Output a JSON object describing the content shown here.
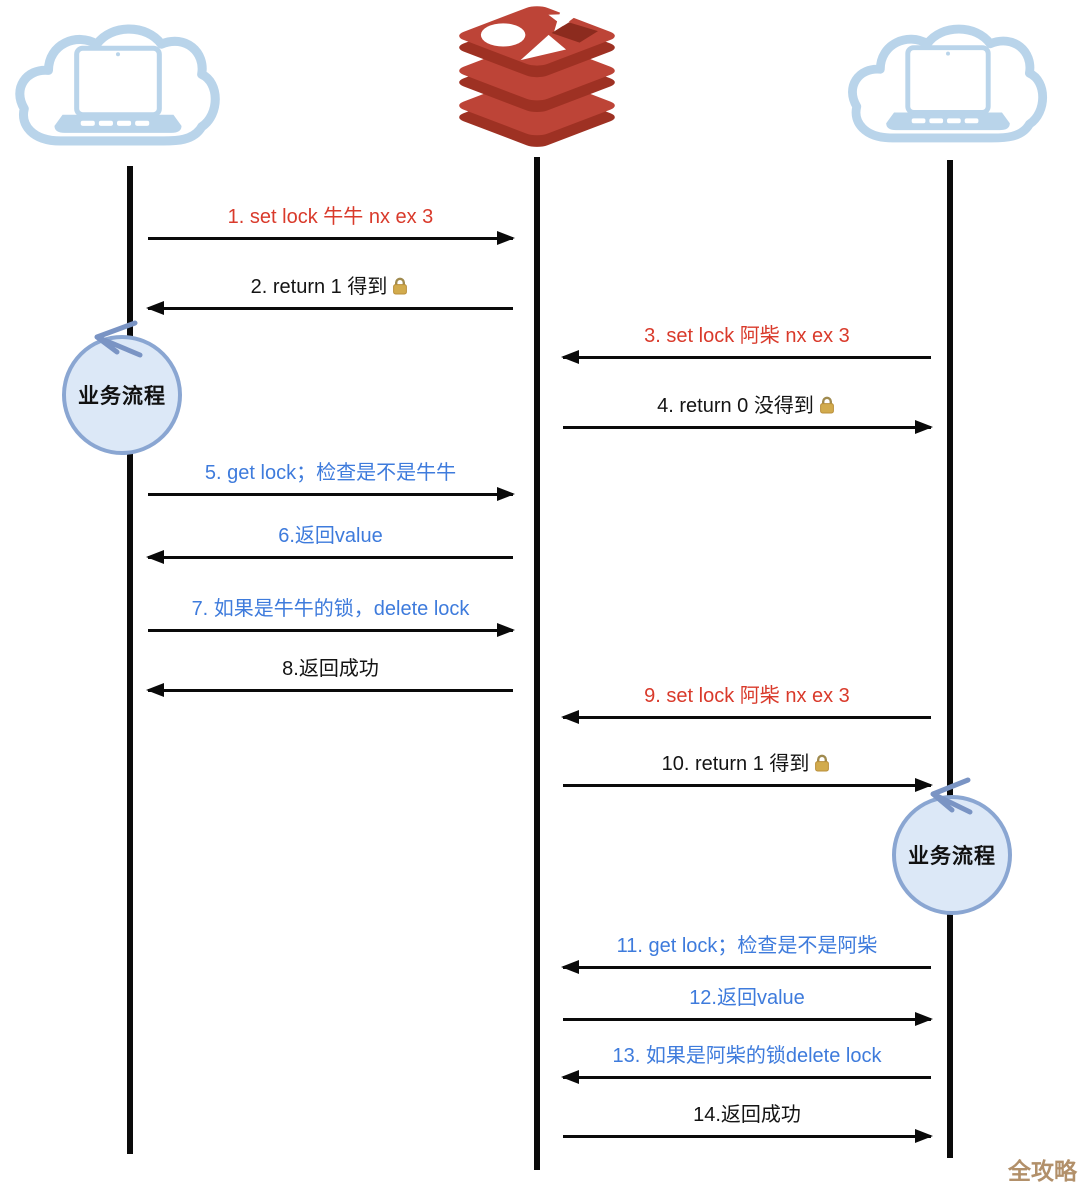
{
  "diagram_type": "sequence-diagram",
  "actors": {
    "left_client": {
      "icon": "cloud-laptop-icon"
    },
    "redis_server": {
      "icon": "redis-logo-icon"
    },
    "right_client": {
      "icon": "cloud-laptop-icon"
    }
  },
  "messages": [
    {
      "n": 1,
      "text": "1. set lock 牛牛 nx ex 3",
      "color": "red",
      "from": "left_client",
      "to": "redis_server",
      "lock_icon": false
    },
    {
      "n": 2,
      "text": "2. return 1 得到",
      "color": "black",
      "from": "redis_server",
      "to": "left_client",
      "lock_icon": true
    },
    {
      "n": 3,
      "text": "3. set lock 阿柴 nx ex 3",
      "color": "red",
      "from": "right_client",
      "to": "redis_server",
      "lock_icon": false
    },
    {
      "n": 4,
      "text": "4. return 0 没得到",
      "color": "black",
      "from": "redis_server",
      "to": "right_client",
      "lock_icon": true
    },
    {
      "n": 5,
      "text": "5. get lock；检查是不是牛牛",
      "color": "blue",
      "from": "left_client",
      "to": "redis_server",
      "lock_icon": false
    },
    {
      "n": 6,
      "text": "6.返回value",
      "color": "blue",
      "from": "redis_server",
      "to": "left_client",
      "lock_icon": false
    },
    {
      "n": 7,
      "text": "7. 如果是牛牛的锁，delete lock",
      "color": "blue",
      "from": "left_client",
      "to": "redis_server",
      "lock_icon": false
    },
    {
      "n": 8,
      "text": "8.返回成功",
      "color": "black",
      "from": "redis_server",
      "to": "left_client",
      "lock_icon": false
    },
    {
      "n": 9,
      "text": "9. set lock 阿柴 nx ex 3",
      "color": "red",
      "from": "right_client",
      "to": "redis_server",
      "lock_icon": false
    },
    {
      "n": 10,
      "text": "10. return 1 得到",
      "color": "black",
      "from": "redis_server",
      "to": "right_client",
      "lock_icon": true
    },
    {
      "n": 11,
      "text": "11. get lock；检查是不是阿柴",
      "color": "blue",
      "from": "right_client",
      "to": "redis_server",
      "lock_icon": false
    },
    {
      "n": 12,
      "text": "12.返回value",
      "color": "blue",
      "from": "redis_server",
      "to": "right_client",
      "lock_icon": false
    },
    {
      "n": 13,
      "text": "13. 如果是阿柴的锁delete lock",
      "color": "blue",
      "from": "right_client",
      "to": "redis_server",
      "lock_icon": false
    },
    {
      "n": 14,
      "text": "14.返回成功",
      "color": "black",
      "from": "redis_server",
      "to": "right_client",
      "lock_icon": false
    }
  ],
  "process_badges": [
    {
      "label": "业务流程",
      "side": "left"
    },
    {
      "label": "业务流程",
      "side": "right"
    }
  ],
  "watermark": {
    "text": "全攻略"
  },
  "colors": {
    "command_red": "#d93a2b",
    "check_blue": "#3e7bdc",
    "text_black": "#141414",
    "lifeline_black": "#0a0a0a",
    "badge_fill": "#dce8f7",
    "badge_border": "#8aa6d2",
    "cloud_blue": "#b9d4ea",
    "redis_red": "#bd4437",
    "redis_dark_red": "#9e3123",
    "redis_hole": "#8c2b1e",
    "lock_gold": "#d2ab4d",
    "watermark_tan": "#b2906a"
  }
}
